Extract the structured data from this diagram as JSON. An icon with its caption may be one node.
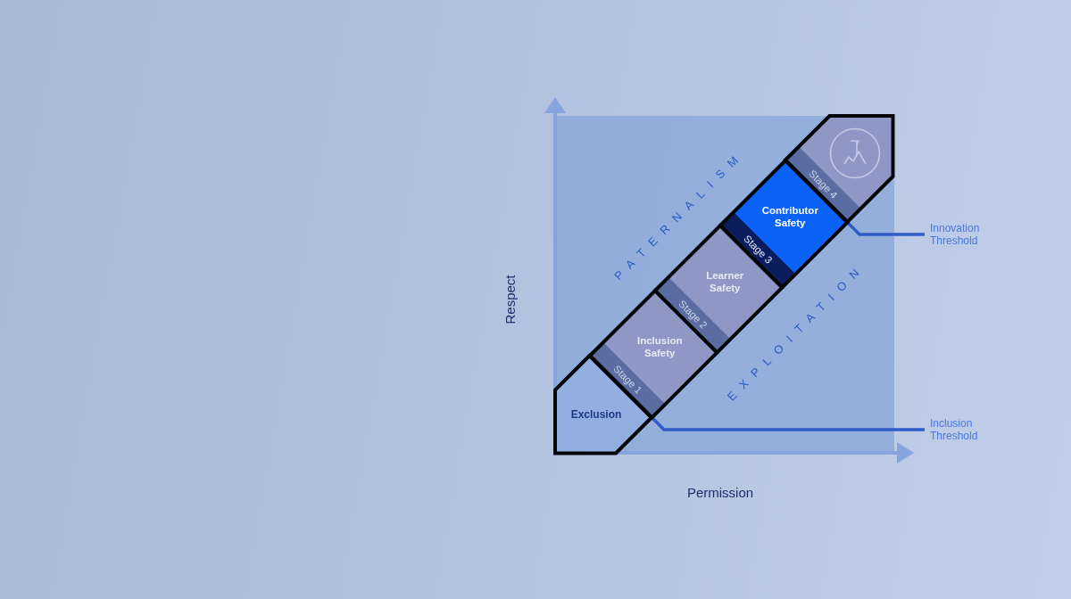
{
  "diagram": {
    "nodes": [
      {
        "text": [
          "Exclusion"
        ]
      },
      {
        "text": [
          "Stage 1",
          "Inclusion Safety"
        ]
      },
      {
        "text": [
          "Stage 2",
          "Learner Safety"
        ]
      },
      {
        "text": [
          "Stage 3",
          "Contributor Safety"
        ]
      },
      {
        "text": [
          "Stage 4"
        ]
      },
      {
        "text": [
          "Innovation Threshold"
        ]
      },
      {
        "text": [
          "Inclusion Threshold"
        ]
      }
    ],
    "edges": [
      {
        "from": 5,
        "to": 4,
        "arrow": "none"
      },
      {
        "from": 6,
        "to": 0,
        "arrow": "none"
      }
    ],
    "labels": [
      "PATERNALISM",
      "Respect",
      "EXPLOITATION",
      "Permission"
    ]
  }
}
